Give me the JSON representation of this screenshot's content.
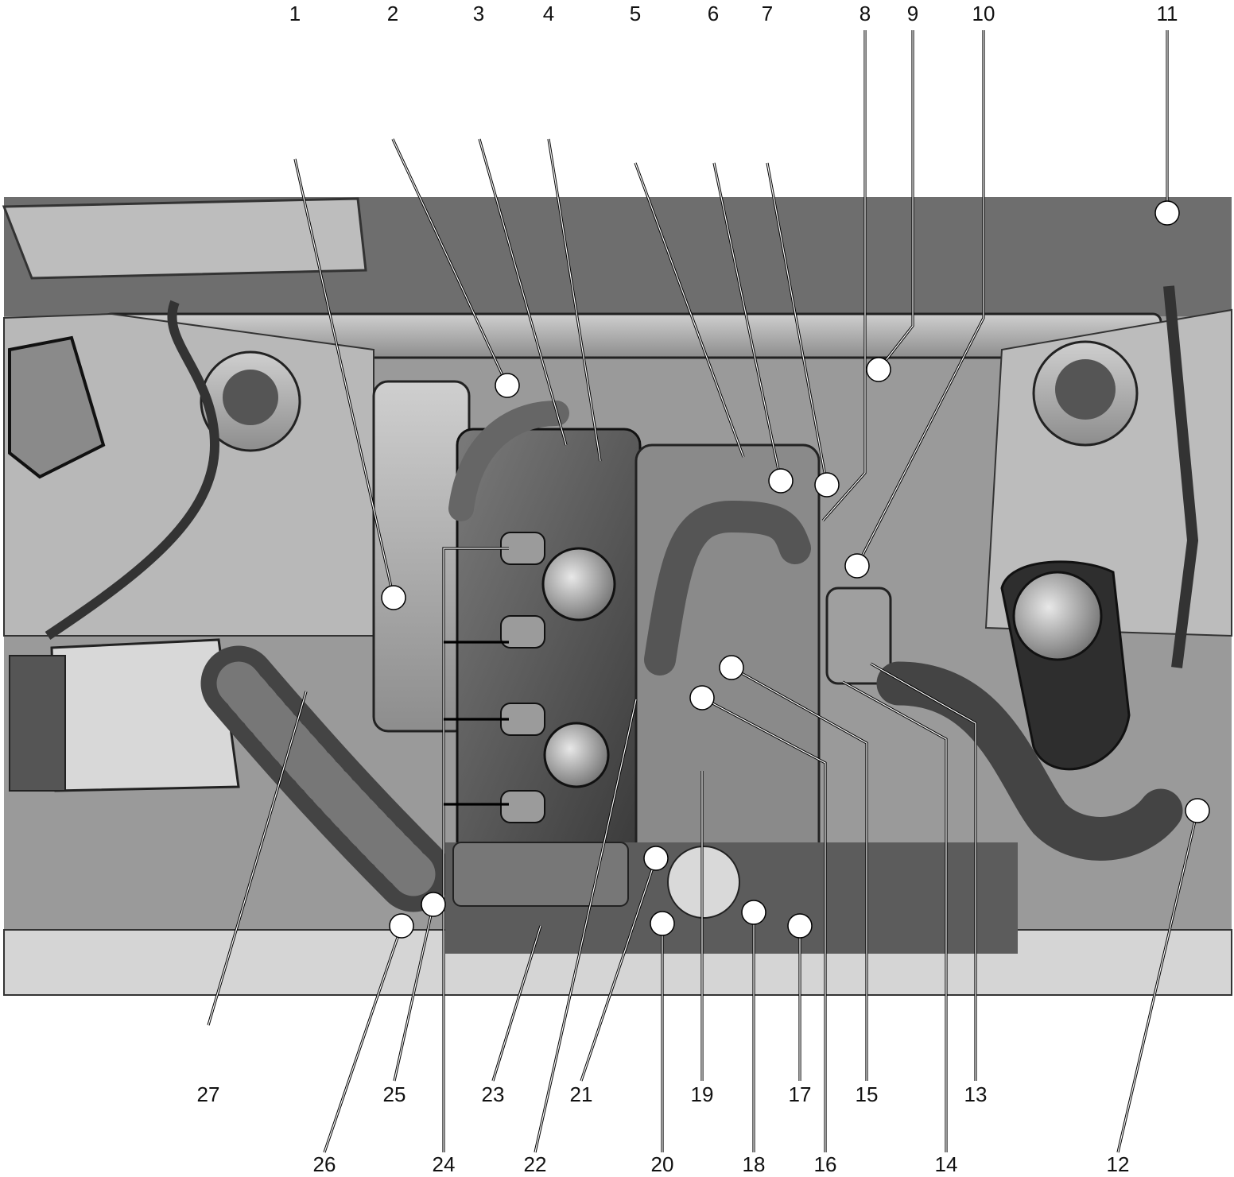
{
  "callouts": [
    {
      "num": "1"
    },
    {
      "num": "2"
    },
    {
      "num": "3"
    },
    {
      "num": "4"
    },
    {
      "num": "5"
    },
    {
      "num": "6"
    },
    {
      "num": "7"
    },
    {
      "num": "8"
    },
    {
      "num": "9"
    },
    {
      "num": "10"
    },
    {
      "num": "11"
    },
    {
      "num": "12"
    },
    {
      "num": "13"
    },
    {
      "num": "14"
    },
    {
      "num": "15"
    },
    {
      "num": "16"
    },
    {
      "num": "17"
    },
    {
      "num": "18"
    },
    {
      "num": "19"
    },
    {
      "num": "20"
    },
    {
      "num": "21"
    },
    {
      "num": "22"
    },
    {
      "num": "23"
    },
    {
      "num": "24"
    },
    {
      "num": "25"
    },
    {
      "num": "26"
    },
    {
      "num": "27"
    }
  ]
}
